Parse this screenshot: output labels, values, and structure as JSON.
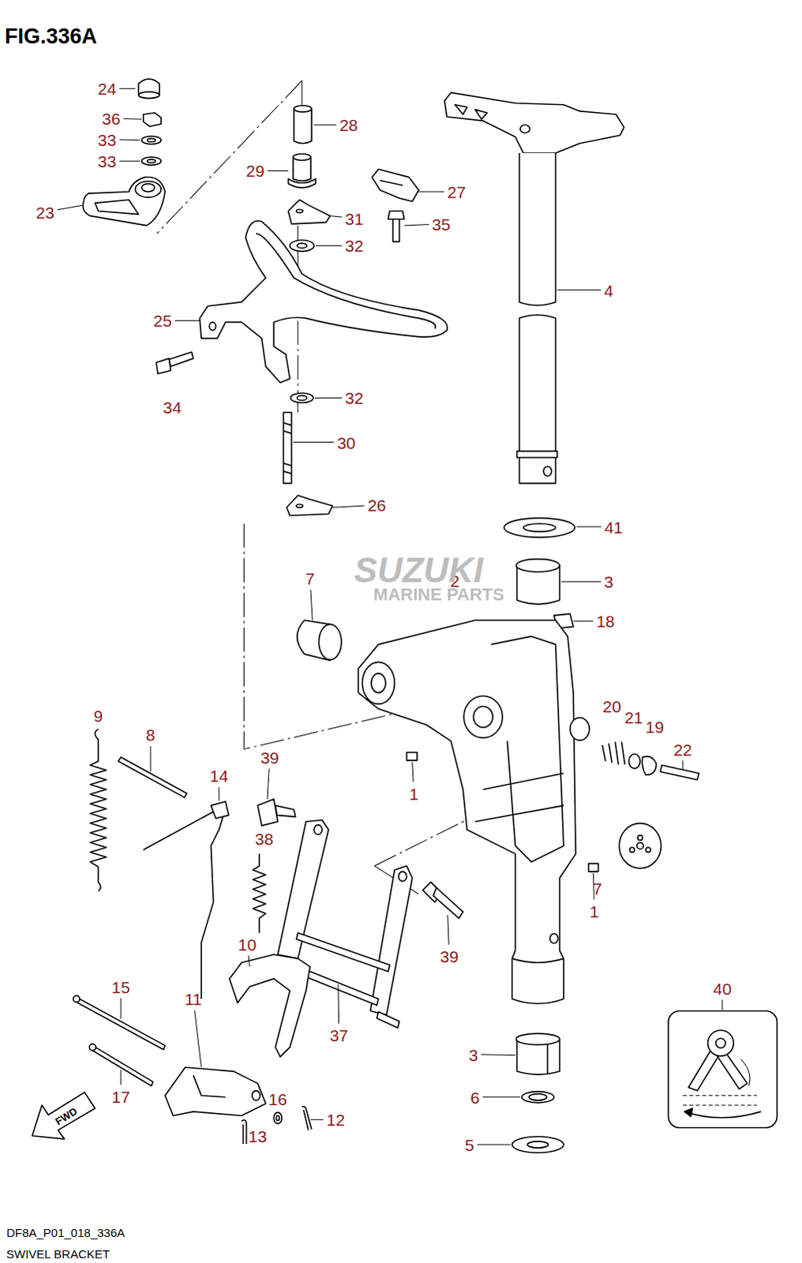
{
  "diagram": {
    "title": "FIG.336A",
    "caption": "SWIVEL BRACKET",
    "labels": [
      "24",
      "36",
      "33",
      "33",
      "23",
      "28",
      "29",
      "27",
      "31",
      "35",
      "32",
      "4",
      "25",
      "34",
      "32",
      "30",
      "26",
      "41",
      "7",
      "2",
      "3",
      "18",
      "20",
      "21",
      "19",
      "22",
      "9",
      "8",
      "14",
      "39",
      "1",
      "7",
      "38",
      "1",
      "39",
      "10",
      "15",
      "11",
      "37",
      "40",
      "3",
      "16",
      "12",
      "17",
      "6",
      "13",
      "5",
      "SUZUKI",
      "MARINE PARTS",
      "FWD",
      "DF8A_P01_018_336A"
    ]
  }
}
